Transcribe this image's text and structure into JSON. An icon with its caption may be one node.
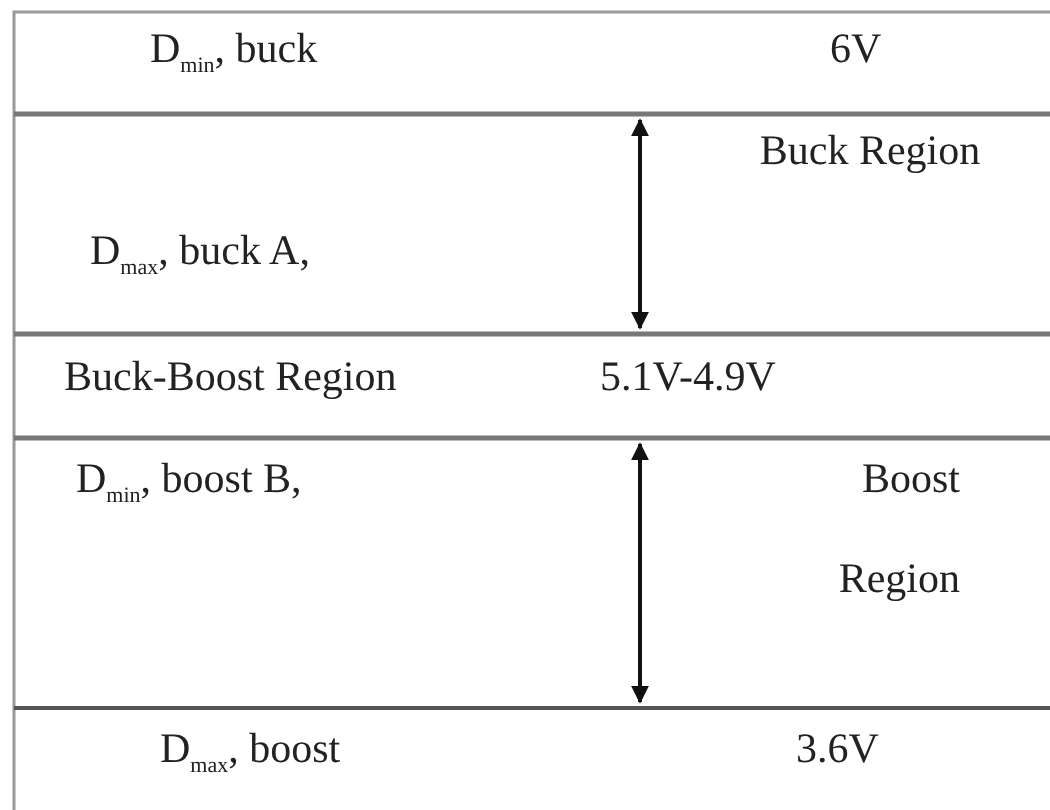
{
  "diagram": {
    "labels": [
      "D$_{min}$, buck",
      "6V",
      "Buck Region",
      "D$_{max}$, buck A,",
      "Buck-Boost Region",
      "5.1V-4.9V",
      "D$_{min}$, boost B,",
      "Boost Region",
      "D$_{max}$, boost",
      "3.6V"
    ]
  }
}
